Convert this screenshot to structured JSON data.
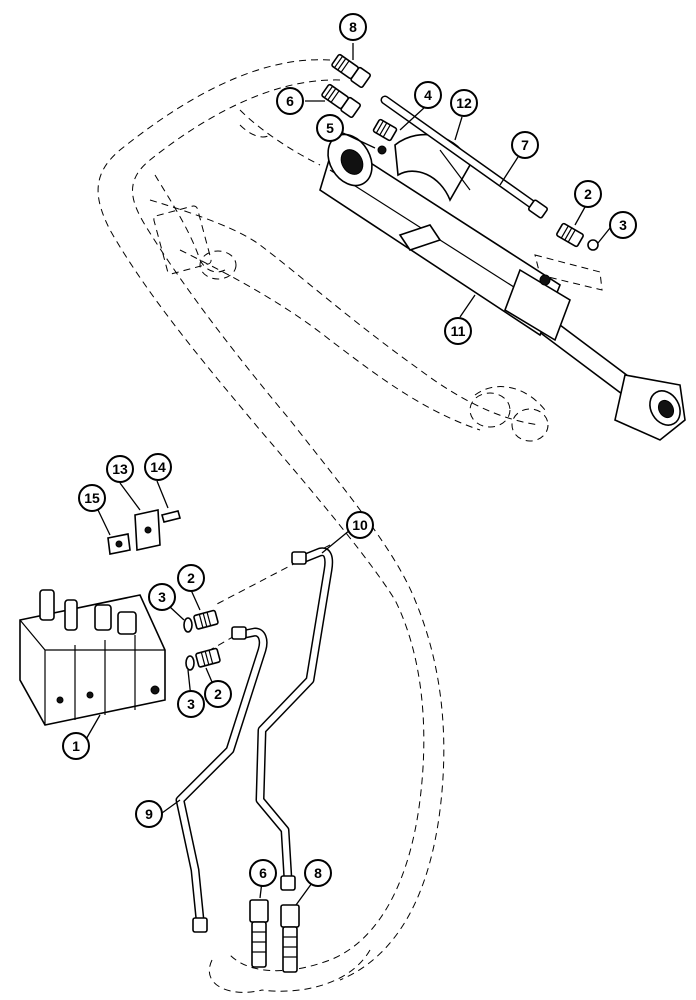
{
  "diagram": {
    "callouts": [
      {
        "label": "1"
      },
      {
        "label": "2"
      },
      {
        "label": "2"
      },
      {
        "label": "2"
      },
      {
        "label": "3"
      },
      {
        "label": "3"
      },
      {
        "label": "3"
      },
      {
        "label": "4"
      },
      {
        "label": "5"
      },
      {
        "label": "6"
      },
      {
        "label": "6"
      },
      {
        "label": "7"
      },
      {
        "label": "8"
      },
      {
        "label": "8"
      },
      {
        "label": "9"
      },
      {
        "label": "10"
      },
      {
        "label": "11"
      },
      {
        "label": "12"
      },
      {
        "label": "13"
      },
      {
        "label": "14"
      },
      {
        "label": "15"
      }
    ]
  }
}
